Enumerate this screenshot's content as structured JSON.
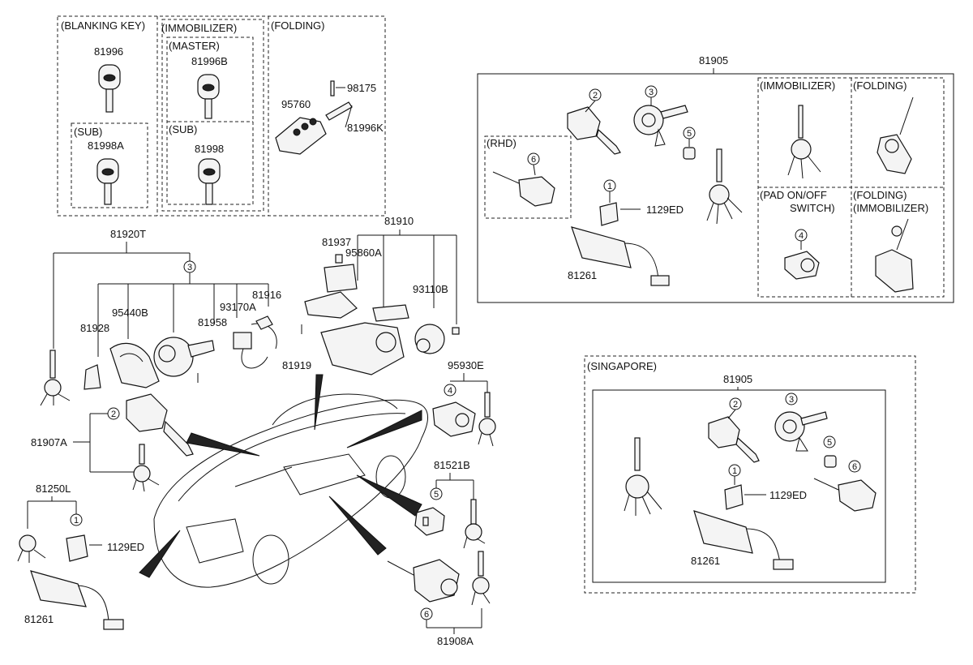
{
  "boxes": {
    "blanking_key": "(BLANKING KEY)",
    "immobilizer": "(IMMOBILIZER)",
    "master": "(MASTER)",
    "sub1": "(SUB)",
    "sub2": "(SUB)",
    "folding": "(FOLDING)",
    "rhd": "(RHD)",
    "immobilizer_r": "(IMMOBILIZER)",
    "folding_r": "(FOLDING)",
    "pad_on_off_1": "(PAD ON/OFF",
    "pad_on_off_2": "SWITCH)",
    "folding_imm_1": "(FOLDING)",
    "folding_imm_2": "(IMMOBILIZER)",
    "singapore": "(SINGAPORE)"
  },
  "parts": {
    "p81996": "81996",
    "p81998A": "81998A",
    "p81996B": "81996B",
    "p81998": "81998",
    "p95760": "95760",
    "p98175": "98175",
    "p81996K": "81996K",
    "p81905a": "81905",
    "p1129ED_r": "1129ED",
    "p81261_r": "81261",
    "p81920T": "81920T",
    "p95440B": "95440B",
    "p81928": "81928",
    "p93170A": "93170A",
    "p81916": "81916",
    "p81958": "81958",
    "p81910": "81910",
    "p81937": "81937",
    "p95860A": "95860A",
    "p93110B": "93110B",
    "p81919": "81919",
    "p95930E": "95930E",
    "p81907A": "81907A",
    "p81250L": "81250L",
    "p1129ED_l": "1129ED",
    "p81261_l": "81261",
    "p81521B": "81521B",
    "p81908A": "81908A",
    "p81905b": "81905",
    "p1129ED_s": "1129ED",
    "p81261_s": "81261"
  },
  "callouts": {
    "c1": "1",
    "c2": "2",
    "c3": "3",
    "c4": "4",
    "c5": "5",
    "c6": "6"
  }
}
